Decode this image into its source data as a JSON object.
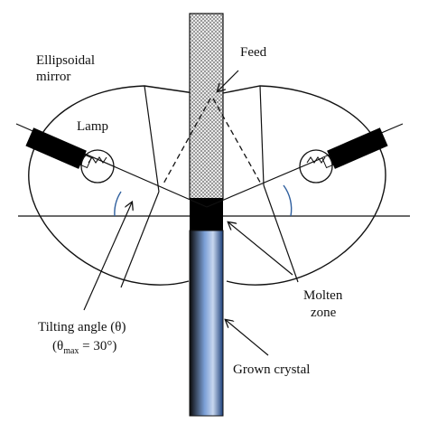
{
  "diagram": {
    "labels": {
      "mirror_line1": "Ellipsoidal",
      "mirror_line2": "mirror",
      "lamp": "Lamp",
      "feed": "Feed",
      "molten_line1": "Molten",
      "molten_line2": "zone",
      "tilt": "Tilting angle (θ)",
      "theta_max_open": "(θ",
      "theta_max_sub": "max",
      "theta_max_rest": " = 30°)",
      "grown_crystal": "Grown crystal"
    },
    "colors": {
      "line": "#111111",
      "feed_pattern": "#bdbdbd",
      "angle_arc": "#2f5f9e",
      "crystal_mid": "#8fb0dd",
      "crystal_edge": "#0a0a0a",
      "molten_zone": "#000000"
    }
  }
}
